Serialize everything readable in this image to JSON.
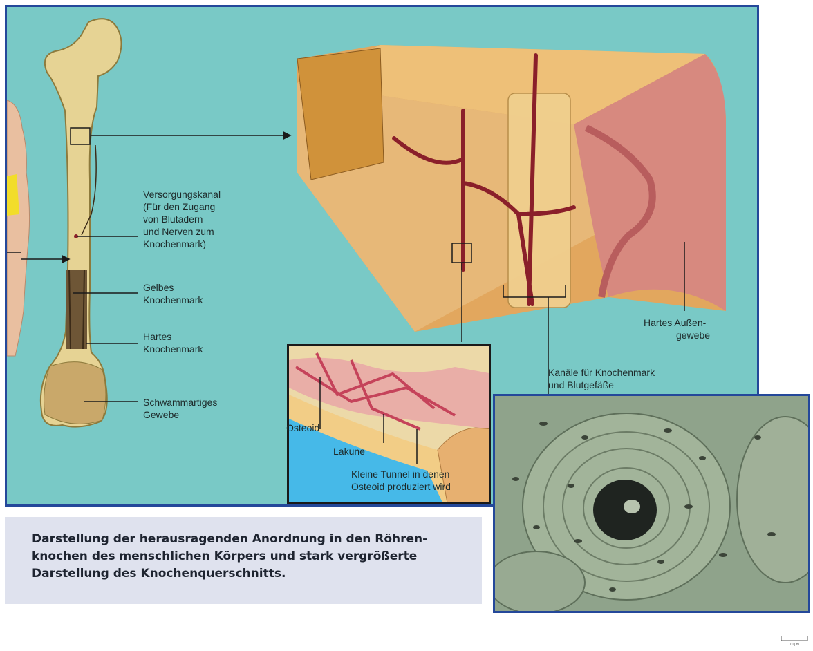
{
  "labels": {
    "versorgungskanal": [
      "Versorgungskanal",
      "(Für den Zugang",
      "von Blutadern",
      "und Nerven zum",
      "Knochenmark)"
    ],
    "gelbes": [
      "Gelbes",
      "Knochenmark"
    ],
    "hartes_mark": [
      "Hartes",
      "Knochenmark"
    ],
    "schwamm": [
      "Schwammartiges",
      "Gewebe"
    ],
    "aussen": [
      "Hartes Außen-",
      "gewebe"
    ],
    "kanaele": [
      "Kanäle für Knochenmark",
      "und Blutgefäße"
    ],
    "osteoid": "Osteoid",
    "lakune": "Lakune",
    "tunnel": [
      "Kleine Tunnel in denen",
      "Osteoid produziert wird"
    ]
  },
  "caption": [
    "Darstellung der herausragenden Anordnung in den Röhren-",
    "knochen des menschlichen Körpers und stark vergrößerte",
    "Darstellung des Knochenquerschnitts."
  ],
  "scale_label": "70 µm",
  "colors": {
    "panel_bg": "#79c9c6",
    "panel_border": "#24489a",
    "caption_bg": "#dfe2ee",
    "bone": "#e8d79a",
    "vessel": "#8a1f2a"
  }
}
